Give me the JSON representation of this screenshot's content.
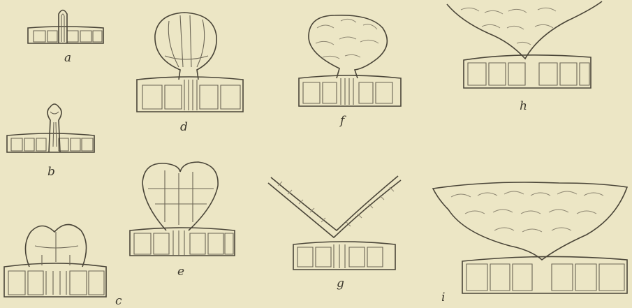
{
  "figure": {
    "labels": {
      "a": "a",
      "b": "b",
      "c": "c",
      "d": "d",
      "e": "e",
      "f": "f",
      "g": "g",
      "h": "h",
      "i": "i"
    }
  }
}
